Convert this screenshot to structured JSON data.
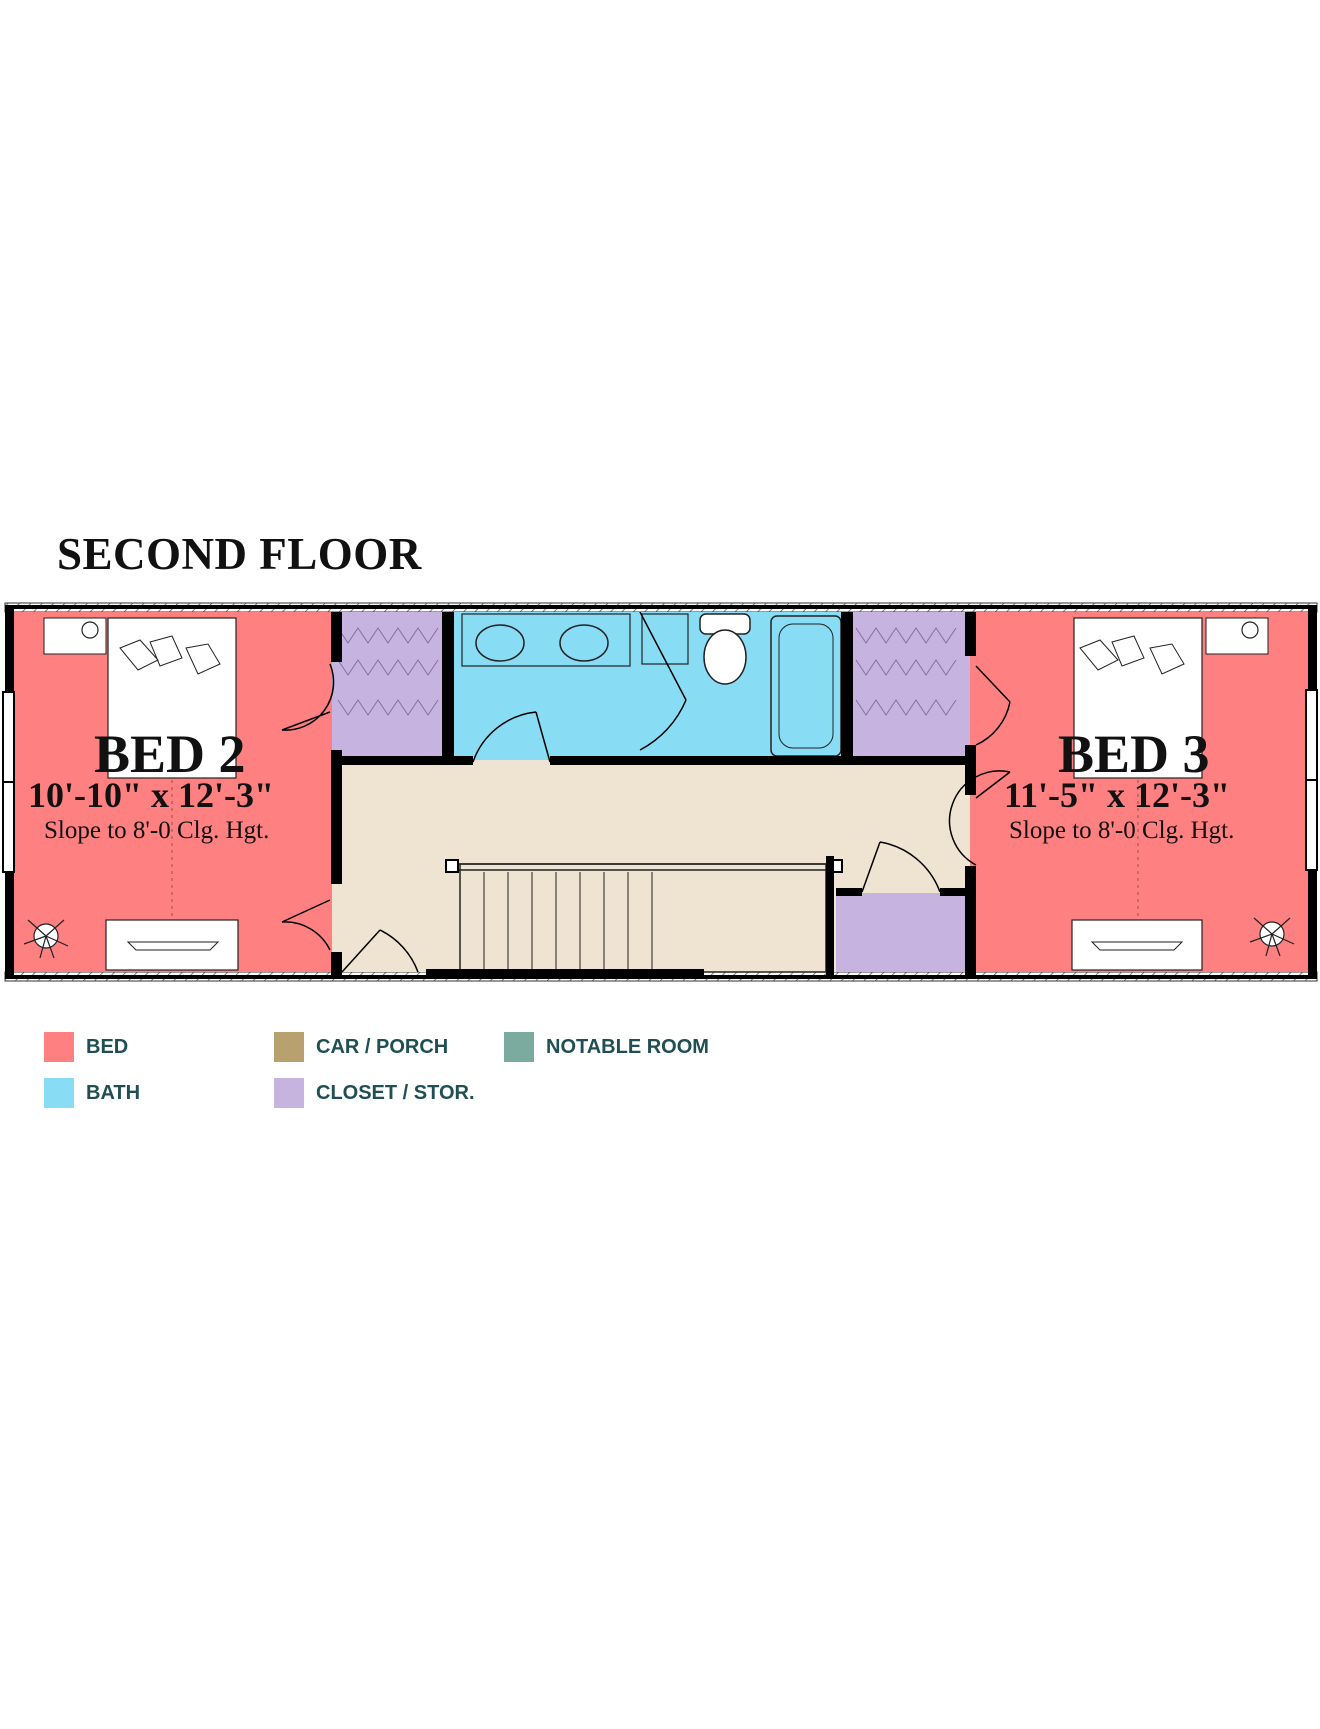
{
  "title": "SECOND FLOOR",
  "rooms": {
    "bed2": {
      "name": "BED 2",
      "dimensions": "10'-10\" x 12'-3\"",
      "note": "Slope to 8'-0 Clg. Hgt."
    },
    "bed3": {
      "name": "BED 3",
      "dimensions": "11'-5\" x 12'-3\"",
      "note": "Slope to 8'-0 Clg. Hgt."
    }
  },
  "legend": [
    {
      "label": "BED",
      "color": "#fe8080"
    },
    {
      "label": "BATH",
      "color": "#88dcf3"
    },
    {
      "label": "CAR / PORCH",
      "color": "#b8a06f"
    },
    {
      "label": "CLOSET / STOR.",
      "color": "#c6b3e0"
    },
    {
      "label": "NOTABLE ROOM",
      "color": "#7aab9e"
    }
  ],
  "colors": {
    "bed": "#fe8080",
    "bath": "#88dcf3",
    "closet": "#c6b3e0",
    "hall": "#efe3d1",
    "wall": "#000000"
  }
}
